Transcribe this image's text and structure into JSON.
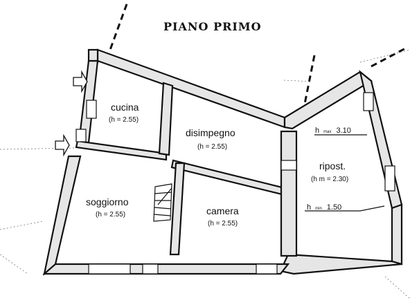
{
  "title": "PIANO PRIMO",
  "rooms": {
    "cucina": {
      "name": "cucina",
      "height": "(h = 2.55)"
    },
    "disimpegno": {
      "name": "disimpegno",
      "height": "(h = 2.55)"
    },
    "soggiorno": {
      "name": "soggiorno",
      "height": "(h = 2.55)"
    },
    "camera": {
      "name": "camera",
      "height": "(h = 2.55)"
    },
    "ripostiglio": {
      "name": "ripost.",
      "height": "(h m = 2.30)"
    }
  },
  "heights": {
    "max": {
      "prefix": "h",
      "sub": "max",
      "value": "3.10"
    },
    "min": {
      "prefix": "h",
      "sub": "min",
      "value": "1.50"
    }
  },
  "colors": {
    "wall_fill": "#e6e6e6",
    "line": "#111111"
  }
}
